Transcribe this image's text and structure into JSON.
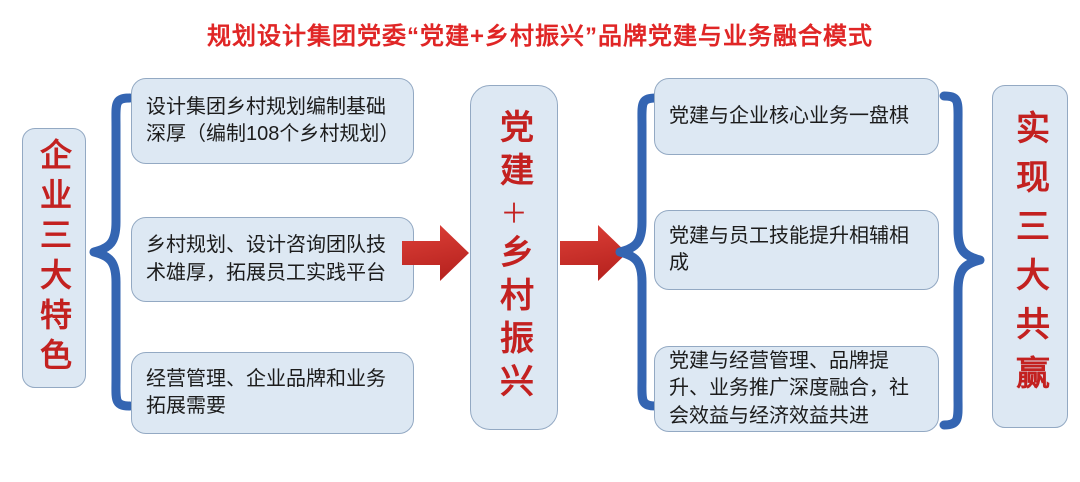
{
  "title": "规划设计集团党委“党建+乡村振兴”品牌党建与业务融合模式",
  "left_label": "企业三大特色",
  "left_items": [
    "设计集团乡村规划编制基础深厚（编制108个乡村规划）",
    "乡村规划、设计咨询团队技术雄厚，拓展员工实践平台",
    "经营管理、企业品牌和业务拓展需要"
  ],
  "center_label": {
    "top": "党建",
    "plus": "＋",
    "bottom": "乡村振兴"
  },
  "right_items": [
    "党建与企业核心业务一盘棋",
    "党建与员工技能提升相辅相成",
    "党建与经营管理、品牌提升、业务推广深度融合，社会效益与经济效益共进"
  ],
  "right_label": "实现三大共赢",
  "icons": {
    "left_brace": "curly-brace-opening-right",
    "mid_brace": "curly-brace-opening-right",
    "close_brace": "curly-brace-opening-left",
    "arrows": "red-right-arrow"
  },
  "colors": {
    "title_red": "#e02626",
    "label_red": "#c32120",
    "box_fill": "#dde8f3",
    "box_border": "#93a9c3",
    "brace_blue": "#3465b2",
    "arrow_red": "#dd4038",
    "arrow_red_dark": "#b92420",
    "text_dark": "#1c1c1c"
  }
}
